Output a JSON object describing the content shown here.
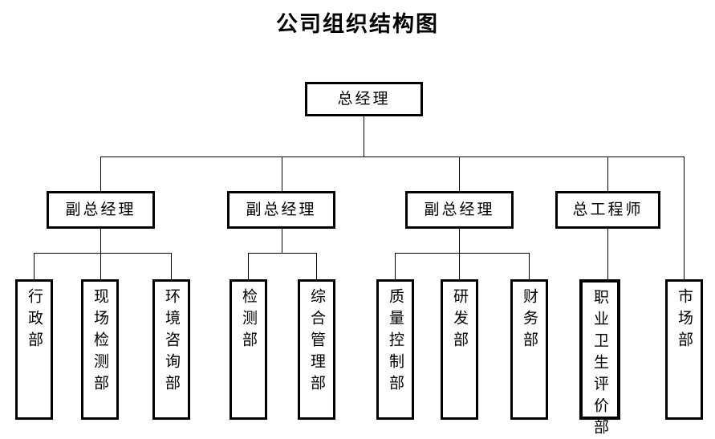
{
  "chart_data": {
    "type": "diagram",
    "title": "公司组织结构图",
    "levels": 3,
    "orientation": "top-down"
  },
  "title": "公司组织结构图",
  "root": {
    "label": "总经理"
  },
  "level2": [
    {
      "label": "副总经理"
    },
    {
      "label": "副总经理"
    },
    {
      "label": "副总经理"
    },
    {
      "label": "总工程师"
    }
  ],
  "departments": [
    {
      "label": "行政部"
    },
    {
      "label": "现场检测部"
    },
    {
      "label": "环境咨询部"
    },
    {
      "label": "检测部"
    },
    {
      "label": "综合管理部"
    },
    {
      "label": "质量控制部"
    },
    {
      "label": "研发部"
    },
    {
      "label": "财务部"
    },
    {
      "label": "职业卫生评价部"
    },
    {
      "label": "市场部"
    }
  ],
  "colors": {
    "border": "#000000",
    "background": "#ffffff",
    "text": "#000000"
  }
}
